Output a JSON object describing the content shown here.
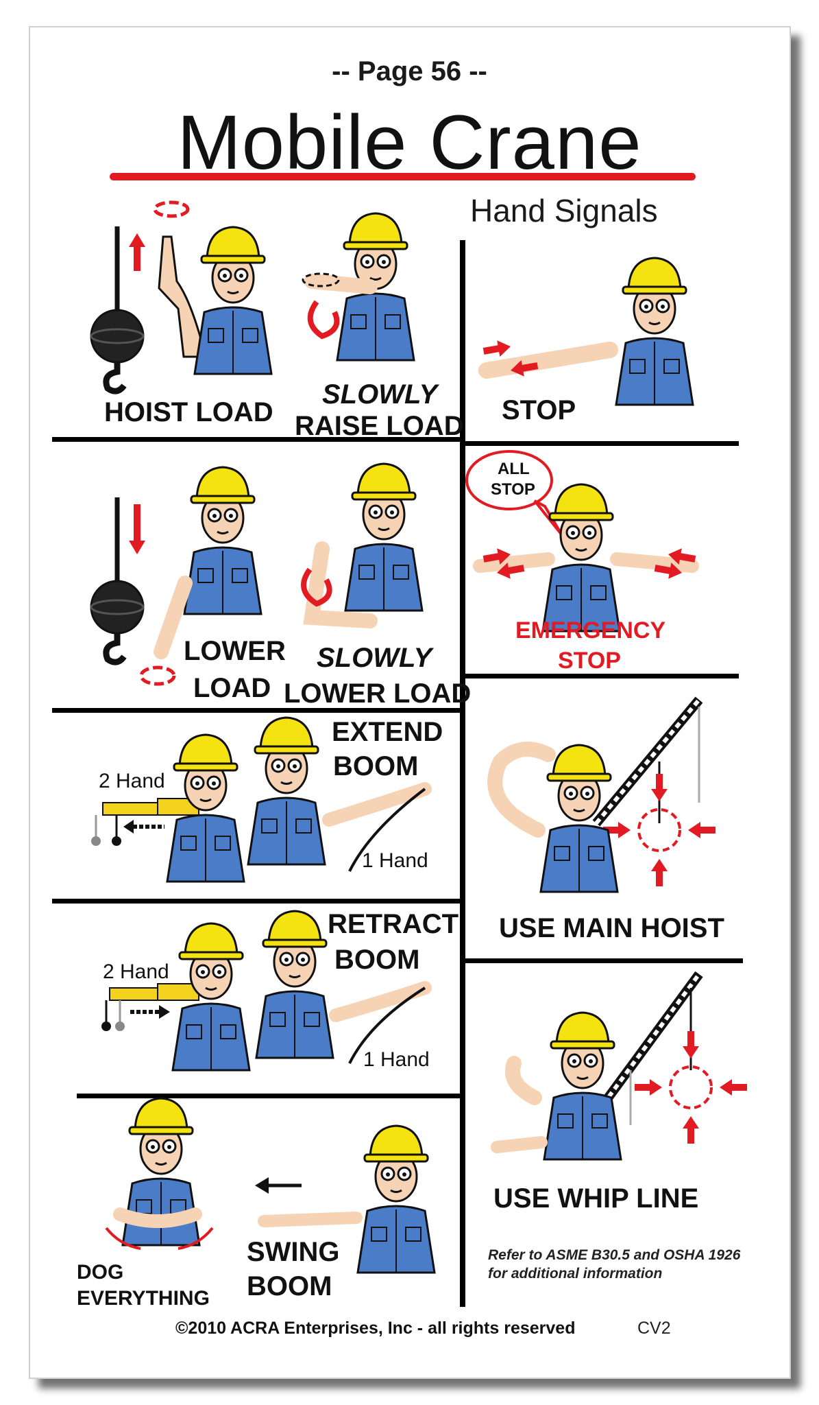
{
  "header": {
    "page_label": "-- Page 56 --",
    "title": "Mobile Crane",
    "subtitle": "Hand Signals"
  },
  "signals": {
    "hoist_load": "HOIST LOAD",
    "slowly_raise_1": "SLOWLY",
    "slowly_raise_2": "RAISE LOAD",
    "stop": "STOP",
    "speech_1": "ALL",
    "speech_2": "STOP",
    "emergency_1": "EMERGENCY",
    "emergency_2": "STOP",
    "lower_1": "LOWER",
    "lower_2": "LOAD",
    "slowly_lower_1": "SLOWLY",
    "slowly_lower_2": "LOWER LOAD",
    "extend_1": "EXTEND",
    "extend_2": "BOOM",
    "use_main_hoist": "USE MAIN HOIST",
    "retract_1": "RETRACT",
    "retract_2": "BOOM",
    "use_whip_line": "USE WHIP LINE",
    "two_hand_a": "2 Hand",
    "one_hand_a": "1 Hand",
    "two_hand_b": "2 Hand",
    "one_hand_b": "1 Hand",
    "dog_1": "DOG",
    "dog_2": "EVERYTHING",
    "swing_1": "SWING",
    "swing_2": "BOOM"
  },
  "note": {
    "line1": "Refer to ASME B30.5 and OSHA 1926",
    "line2": "for additional information"
  },
  "footer": {
    "copyright": "©2010 ACRA Enterprises, Inc - all rights reserved",
    "code": "CV2"
  },
  "colors": {
    "accent_red": "#e21b23",
    "helmet_yellow": "#f5e311",
    "shirt_blue": "#4a7cc7",
    "crane_yellow": "#f2d21c"
  }
}
